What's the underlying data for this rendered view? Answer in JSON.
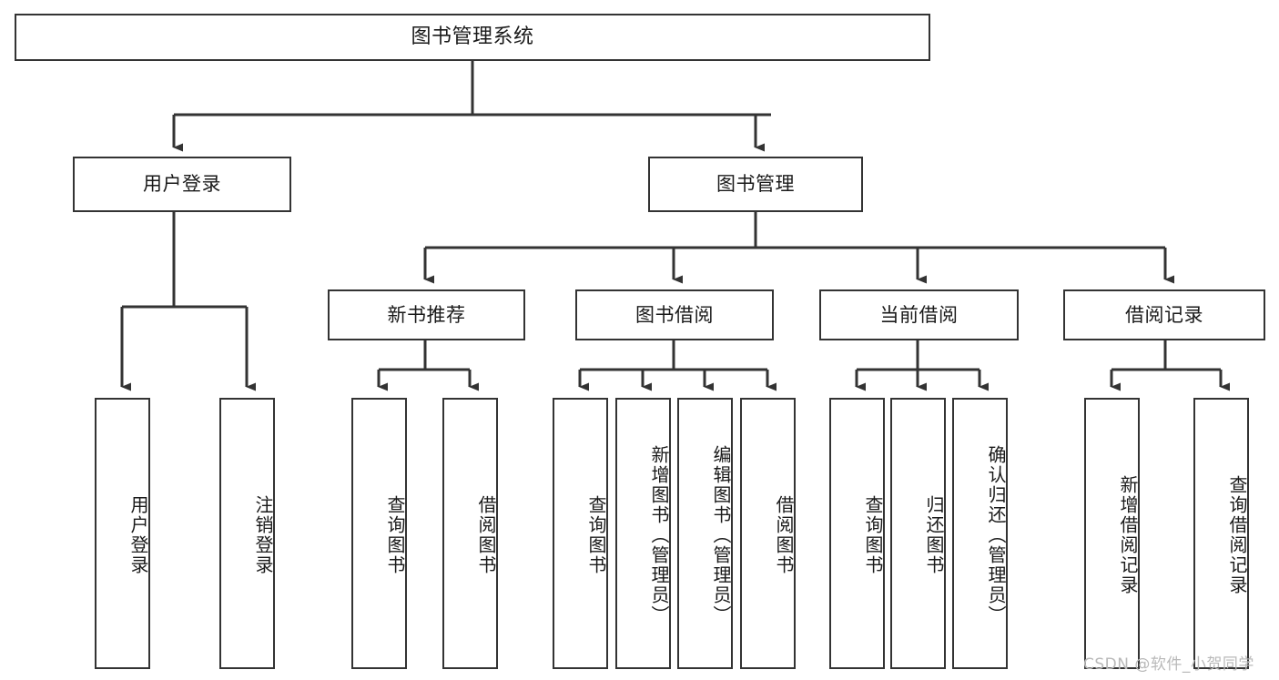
{
  "diagram": {
    "title": "图书管理系统",
    "type": "tree-hierarchy-chart",
    "orientation": "top-down",
    "style": {
      "border_color": "#333333",
      "fill_color": "#ffffff",
      "text_color": "#1a1a1a",
      "background": "#ffffff"
    }
  },
  "nodes": {
    "root": {
      "label": "图书管理系统"
    },
    "level1": [
      {
        "id": "user-login",
        "label": "用户登录"
      },
      {
        "id": "book-manage",
        "label": "图书管理"
      }
    ],
    "level2": [
      {
        "id": "new-book-recommend",
        "label": "新书推荐"
      },
      {
        "id": "book-borrow",
        "label": "图书借阅"
      },
      {
        "id": "current-borrow",
        "label": "当前借阅"
      },
      {
        "id": "borrow-record",
        "label": "借阅记录"
      }
    ],
    "level3": {
      "user-login": [
        {
          "id": "leaf-user-login",
          "label": "用户登录"
        },
        {
          "id": "leaf-logout-login",
          "label": "注销登录"
        }
      ],
      "new-book-recommend": [
        {
          "id": "leaf-query-book-1",
          "label": "查询图书"
        },
        {
          "id": "leaf-borrow-book-1",
          "label": "借阅图书"
        }
      ],
      "book-borrow": [
        {
          "id": "leaf-query-book-2",
          "label": "查询图书"
        },
        {
          "id": "leaf-add-book",
          "label": "新增图书（管理员）"
        },
        {
          "id": "leaf-edit-book",
          "label": "编辑图书（管理员）"
        },
        {
          "id": "leaf-borrow-book-2",
          "label": "借阅图书"
        }
      ],
      "current-borrow": [
        {
          "id": "leaf-query-book-3",
          "label": "查询图书"
        },
        {
          "id": "leaf-return-book",
          "label": "归还图书"
        },
        {
          "id": "leaf-confirm-return",
          "label": "确认归还（管理员）"
        }
      ],
      "borrow-record": [
        {
          "id": "leaf-add-record",
          "label": "新增借阅记录"
        },
        {
          "id": "leaf-query-record",
          "label": "查询借阅记录"
        }
      ]
    }
  },
  "watermark": {
    "text": "CSDN @软件_小贺同学"
  }
}
